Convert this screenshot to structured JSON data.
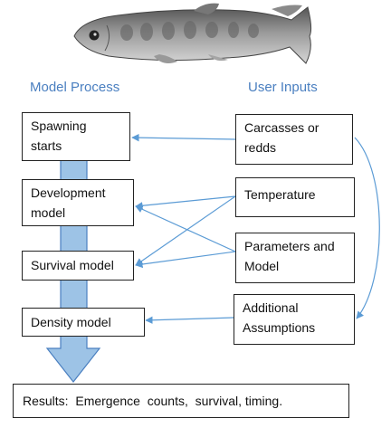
{
  "headings": {
    "model_process": "Model Process",
    "user_inputs": "User Inputs"
  },
  "model_steps": [
    {
      "line1": "Spawning",
      "line2": "starts"
    },
    {
      "line1": "Development",
      "line2": "model"
    },
    {
      "line1": "Survival model",
      "line2": ""
    },
    {
      "line1": "Density model",
      "line2": ""
    }
  ],
  "inputs": [
    {
      "line1": "Carcasses or",
      "line2": "redds"
    },
    {
      "line1": "Temperature",
      "line2": ""
    },
    {
      "line1": "Parameters and",
      "line2": "Model"
    },
    {
      "line1": "Additional",
      "line2": "Assumptions"
    }
  ],
  "results": "Results:  Emergence  counts,  survival, timing.",
  "colors": {
    "heading": "#4a7fc0",
    "arrow_line": "#5b9bd5",
    "flow_arrow_fill": "#9dc3e6",
    "flow_arrow_stroke": "#4a7fc0"
  },
  "illustration": "fish-illustration"
}
